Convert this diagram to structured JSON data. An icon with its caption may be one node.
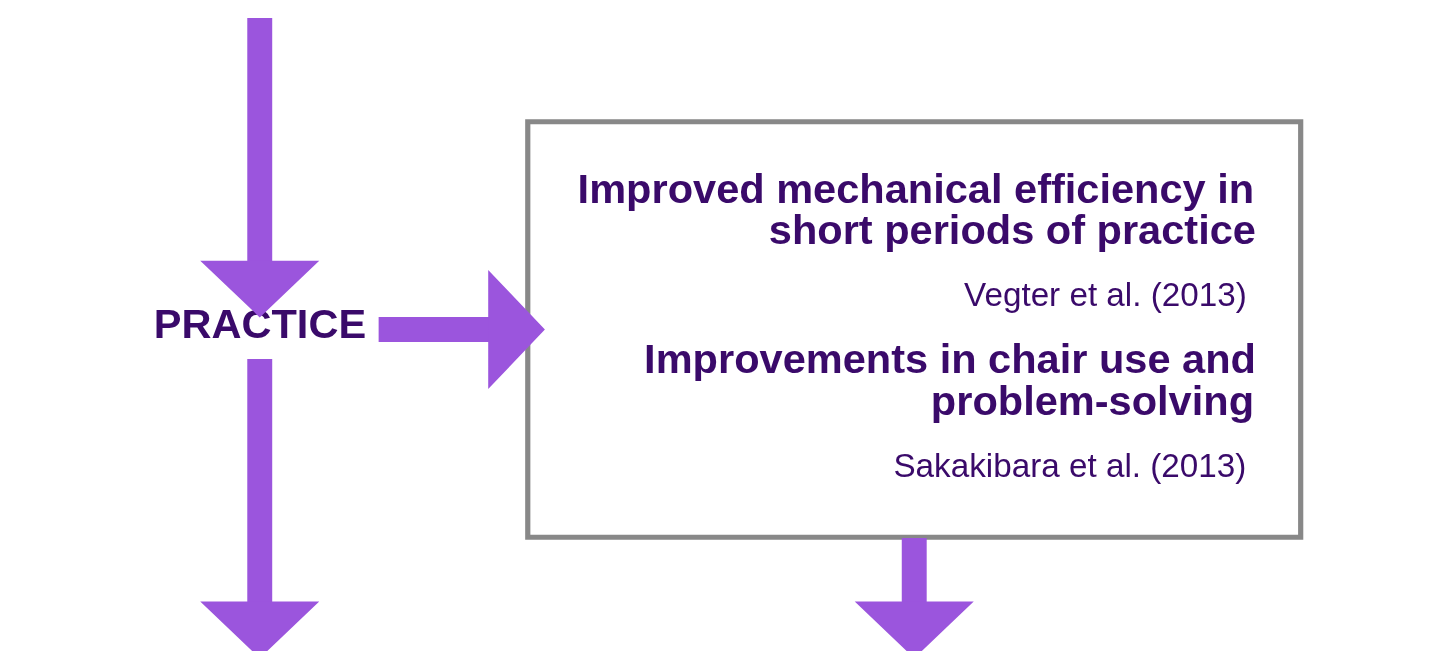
{
  "diagram": {
    "nodes": [
      {
        "text": [
          "PRACTICE"
        ]
      },
      {
        "text": [
          "Improved mechanical efficiency in short periods of practice",
          "Vegter et al. (2013)",
          "Improvements in chair use and problem-solving",
          "Sakakibara et al. (2013)"
        ]
      }
    ],
    "edges": [
      {
        "from": null,
        "to": 0,
        "arrow": "to"
      },
      {
        "from": 0,
        "to": 1,
        "arrow": "to"
      },
      {
        "from": 0,
        "to": null,
        "arrow": "to"
      },
      {
        "from": 1,
        "to": null,
        "arrow": "to"
      }
    ]
  }
}
